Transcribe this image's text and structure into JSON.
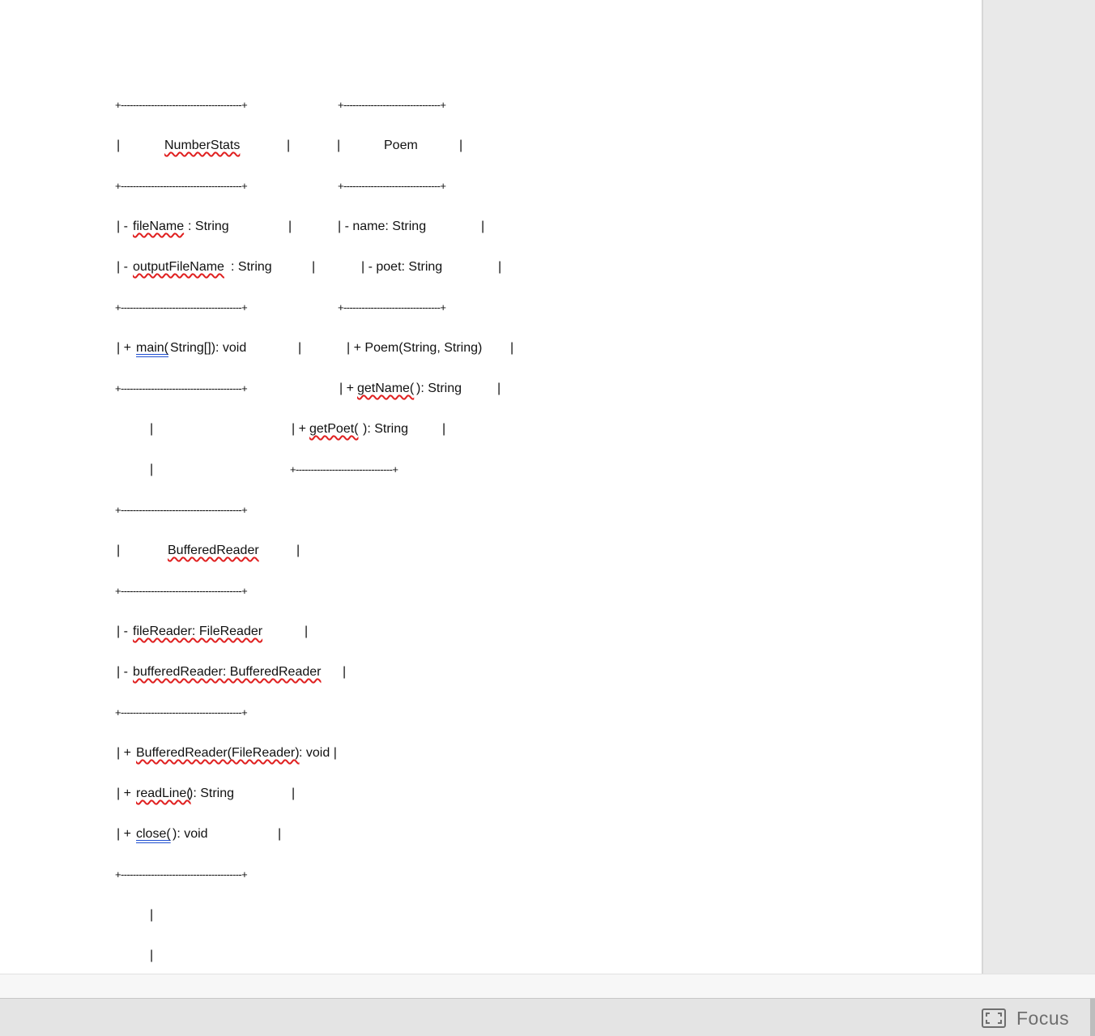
{
  "status_bar": {
    "focus_label": "Focus",
    "focus_icon": "fullscreen-icon"
  },
  "document": {
    "h1": "+----------------------------------------+",
    "h1b": "+--------------------------------+",
    "h3": "+----------------------------------------+",
    "h3b": "+--------------------------------+",
    "h6": "+----------------------------------------+",
    "h6b": "+--------------------------------+",
    "h8": "+----------------------------------------+",
    "h10b": "+--------------------------------+",
    "h11": "+----------------------------------------+",
    "h13": "+----------------------------------------+",
    "h16": "+----------------------------------------+",
    "h20": "+----------------------------------------+",
    "numberstats_title": "NumberStats",
    "poem_title": "Poem",
    "bufferedreader_title": "BufferedReader",
    "ns_field1_prefix": "| - ",
    "ns_field1_name": "fileName",
    "ns_field1_rest": ": String",
    "ns_field2_prefix": "| - ",
    "ns_field2_name": "outputFileName",
    "ns_field2_rest": ": String",
    "ns_method1_prefix": "| + ",
    "ns_method1_name": "main(",
    "ns_method1_rest": "String[]): void",
    "poem_field1": "| - name: String",
    "poem_field2": "| - poet: String",
    "poem_method1": "| + Poem(String, String)",
    "poem_method2_prefix": "| + ",
    "poem_method2_name": "getName(",
    "poem_method2_rest": "): String",
    "poem_method3_prefix": "| + ",
    "poem_method3_name": "getPoet(",
    "poem_method3_rest": "): String",
    "br_field1_prefix": "| - ",
    "br_field1_name": "fileReader: FileReader",
    "br_field2_prefix": "| - ",
    "br_field2_name": "bufferedReader: BufferedReader",
    "br_method1_prefix": "| + ",
    "br_method1_name": "BufferedReader(FileReader)",
    "br_method1_rest": ": void |",
    "br_method2_prefix": "| + ",
    "br_method2_name": "readLine(",
    "br_method2_rest": "): String",
    "br_method3_prefix": "| + ",
    "br_method3_name": "close(",
    "br_method3_rest": "): void",
    "pipe": "|"
  }
}
